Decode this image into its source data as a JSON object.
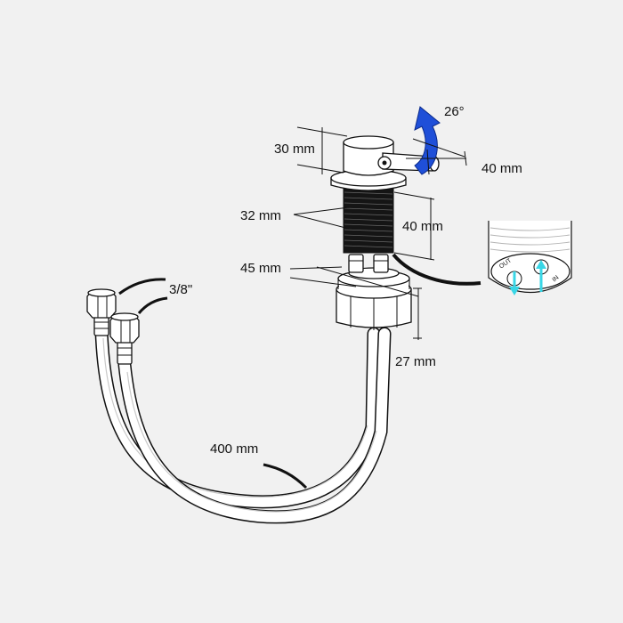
{
  "dimensions": {
    "lever_height": "30 mm",
    "lever_length": "40 mm",
    "rotation": "26°",
    "thread_diameter": "32 mm",
    "thread_length": "40 mm",
    "nut_diameter": "45 mm",
    "nut_height": "27 mm",
    "hose_connection": "3/8\"",
    "hose_length": "400 mm"
  },
  "inset": {
    "label_out": "OUT",
    "label_in": "IN"
  },
  "colors": {
    "rotation_arrow": "#1f4fd8",
    "flow_arrow": "#39d6e6",
    "ink": "#111111",
    "background": "#f1f1f1"
  }
}
